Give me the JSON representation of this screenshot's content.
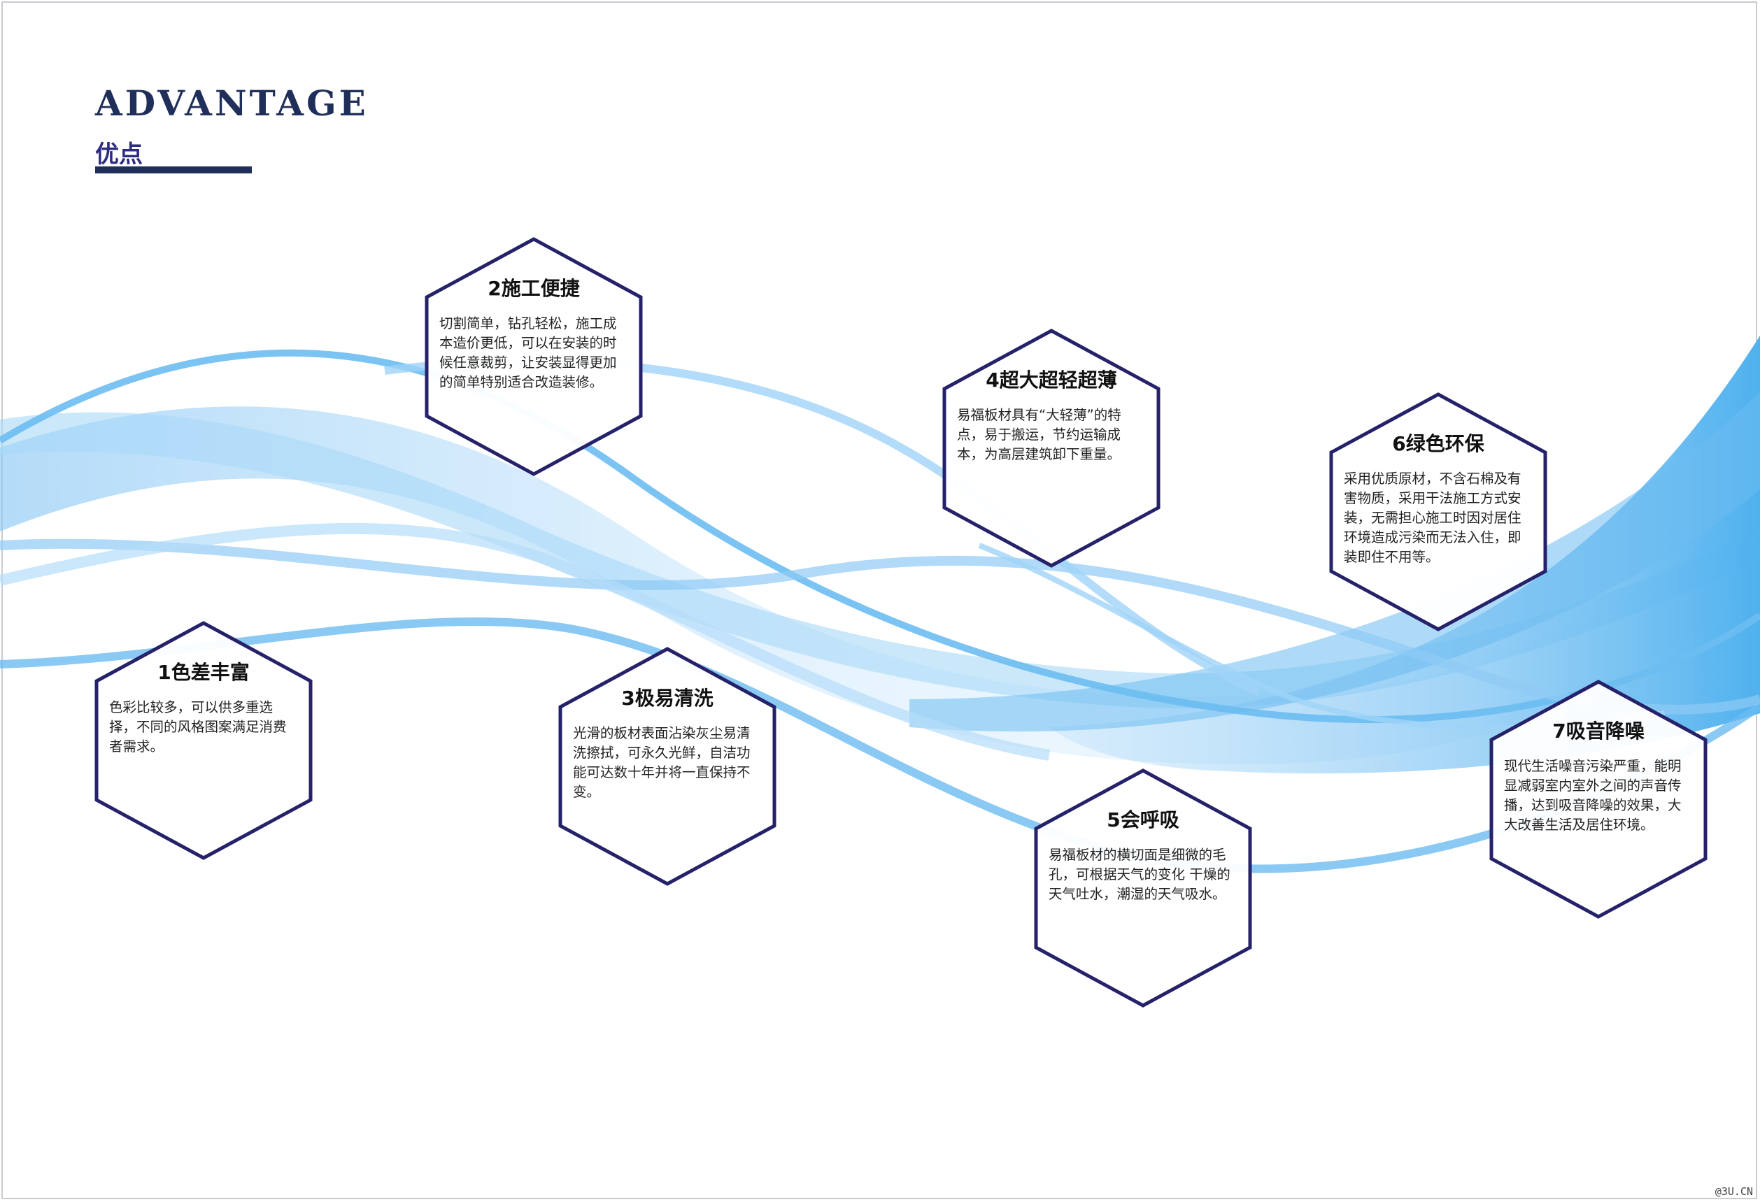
{
  "header": {
    "title": "ADVANTAGE",
    "subtitle": "优点"
  },
  "colors": {
    "title": "#1f2f59",
    "subtitle": "#2e2c80",
    "hex_stroke": "#26226a",
    "wave_light": "#bfe2fb",
    "wave_mid": "#8fcaf5",
    "wave_dark": "#4fb1ee"
  },
  "advantages": [
    {
      "title": "1色差丰富",
      "body": "色彩比较多，可以供多重选择，不同的风格图案满足消费者需求。"
    },
    {
      "title": "2施工便捷",
      "body": "切割简单，钻孔轻松，施工成本造价更低，可以在安装的时候任意裁剪，让安装显得更加的简单特别适合改造装修。"
    },
    {
      "title": "3极易清洗",
      "body": "光滑的板材表面沾染灰尘易清洗擦拭，可永久光鲜，自洁功能可达数十年并将一直保持不变。"
    },
    {
      "title": "4超大超轻超薄",
      "body": "易福板材具有“大轻薄”的特点，易于搬运，节约运输成本，为高层建筑卸下重量。"
    },
    {
      "title": "5会呼吸",
      "body": "易福板材的横切面是细微的毛孔，可根据天气的变化 干燥的天气吐水，潮湿的天气吸水。"
    },
    {
      "title": "6绿色环保",
      "body": "采用优质原材，不含石棉及有害物质，采用干法施工方式安装，无需担心施工时因对居住环境造成污染而无法入住，即装即住不用等。"
    },
    {
      "title": "7吸音降噪",
      "body": "现代生活噪音污染严重，能明显减弱室内室外之间的声音传播，达到吸音降噪的效果，大大改善生活及居住环境。"
    }
  ],
  "watermark": "@3U.CN"
}
